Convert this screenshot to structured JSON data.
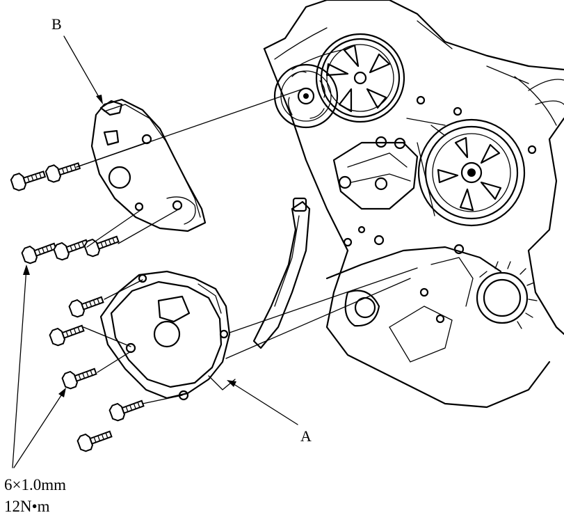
{
  "labels": {
    "cover_b": "B",
    "cover_a": "A",
    "bolt_size": "6×1.0mm",
    "bolt_torque": "12N•m"
  }
}
